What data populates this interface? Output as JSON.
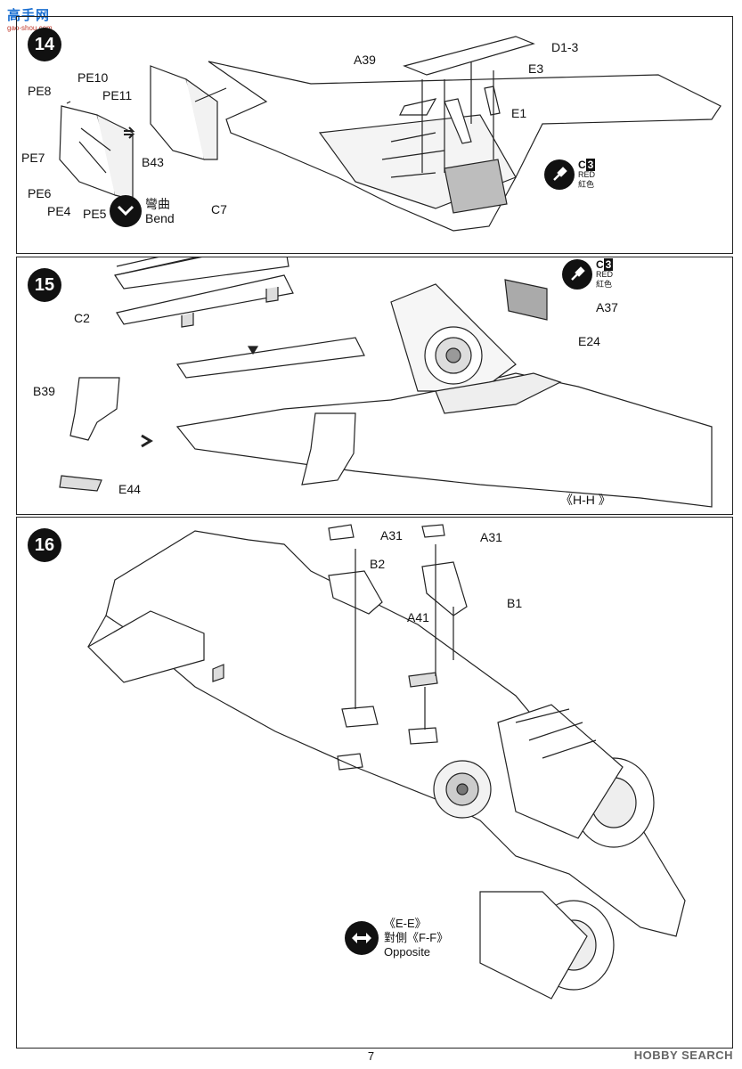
{
  "watermark": {
    "site": "高手网",
    "url": "gao-shou.com"
  },
  "steps": [
    {
      "number": "14",
      "labels": [
        "PE8",
        "PE10",
        "PE11",
        "PE7",
        "PE6",
        "PE4",
        "PE5",
        "B43",
        "A39",
        "D1-3",
        "E3",
        "E1"
      ],
      "bend": {
        "cn": "彎曲",
        "en": "Bend"
      },
      "paint": {
        "code": "C",
        "num": "3",
        "en": "RED",
        "cn": "紅色"
      }
    },
    {
      "number": "15",
      "labels": [
        "C7",
        "C2",
        "B39",
        "E44",
        "A37",
        "E24"
      ],
      "paint": {
        "code": "C",
        "num": "3",
        "en": "RED",
        "cn": "紅色"
      },
      "view": "《H-H 》"
    },
    {
      "number": "16",
      "labels": [
        "A31",
        "A31",
        "B2",
        "B1",
        "A41"
      ],
      "views": {
        "line1": "《E-E》",
        "line2": "對側《F-F》",
        "en": "Opposite"
      }
    }
  ],
  "footer": {
    "page_number": "7",
    "brand": "HOBBY SEARCH"
  }
}
